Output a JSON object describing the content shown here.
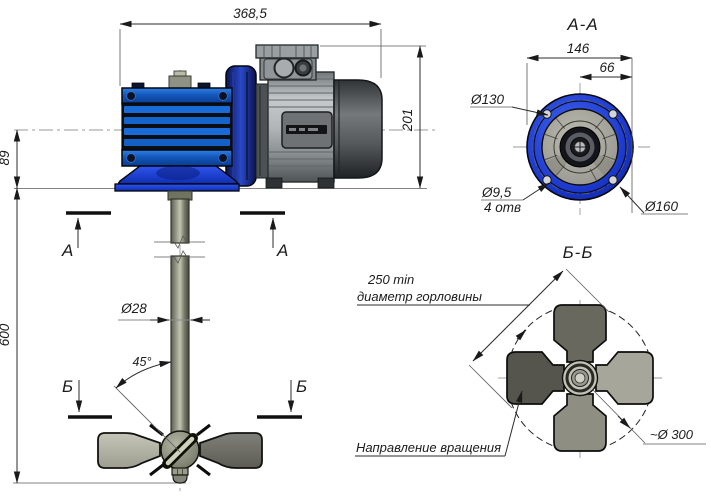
{
  "main_view": {
    "dim_overall_width": "368,5",
    "dim_drive_height": "201",
    "dim_head_height": "89",
    "dim_shaft_length": "600",
    "dim_shaft_diameter": "Ø28",
    "dim_blade_angle": "45°",
    "section_a_label": "А",
    "section_b_label": "Б"
  },
  "section_aa": {
    "title": "А-А",
    "dim_flange_width": "146",
    "dim_center_to_flat": "66",
    "dim_bolt_circle_diameter": "Ø130",
    "dim_hole_diameter": "Ø9,5",
    "dim_hole_count": "4 отв",
    "dim_flange_outer_diameter": "Ø160"
  },
  "section_bb": {
    "title": "Б-Б",
    "dim_neck_min_diameter": "250 min",
    "label_neck": "диаметр горловины",
    "label_rotation_direction": "Направление вращения",
    "dim_propeller_diameter": "~Ø 300"
  },
  "colors": {
    "gearbox_blue": "#1565d8",
    "flange_blue": "#1d3ed0",
    "motor_gray": "#a9adad",
    "line_color": "#1c1c1c"
  }
}
